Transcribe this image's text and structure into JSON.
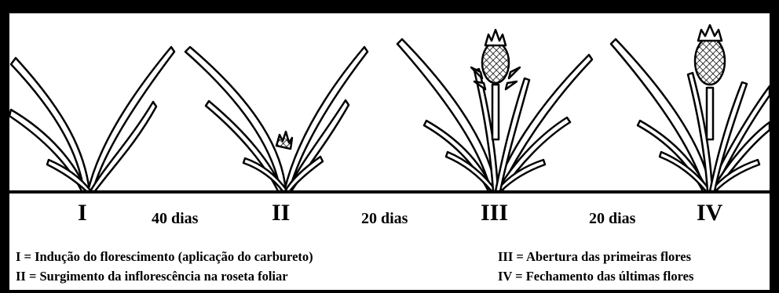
{
  "stages": [
    {
      "numeral": "I"
    },
    {
      "numeral": "II"
    },
    {
      "numeral": "III"
    },
    {
      "numeral": "IV"
    }
  ],
  "intervals": [
    "40 dias",
    "20 dias",
    "20 dias"
  ],
  "legend": [
    "I = Indução do florescimento (aplicação do carbureto)",
    "II = Surgimento da inflorescência na roseta foliar",
    "III = Abertura das primeiras flores",
    "IV = Fechamento das últimas flores"
  ],
  "colors": {
    "ink": "#000000",
    "background": "#ffffff"
  }
}
